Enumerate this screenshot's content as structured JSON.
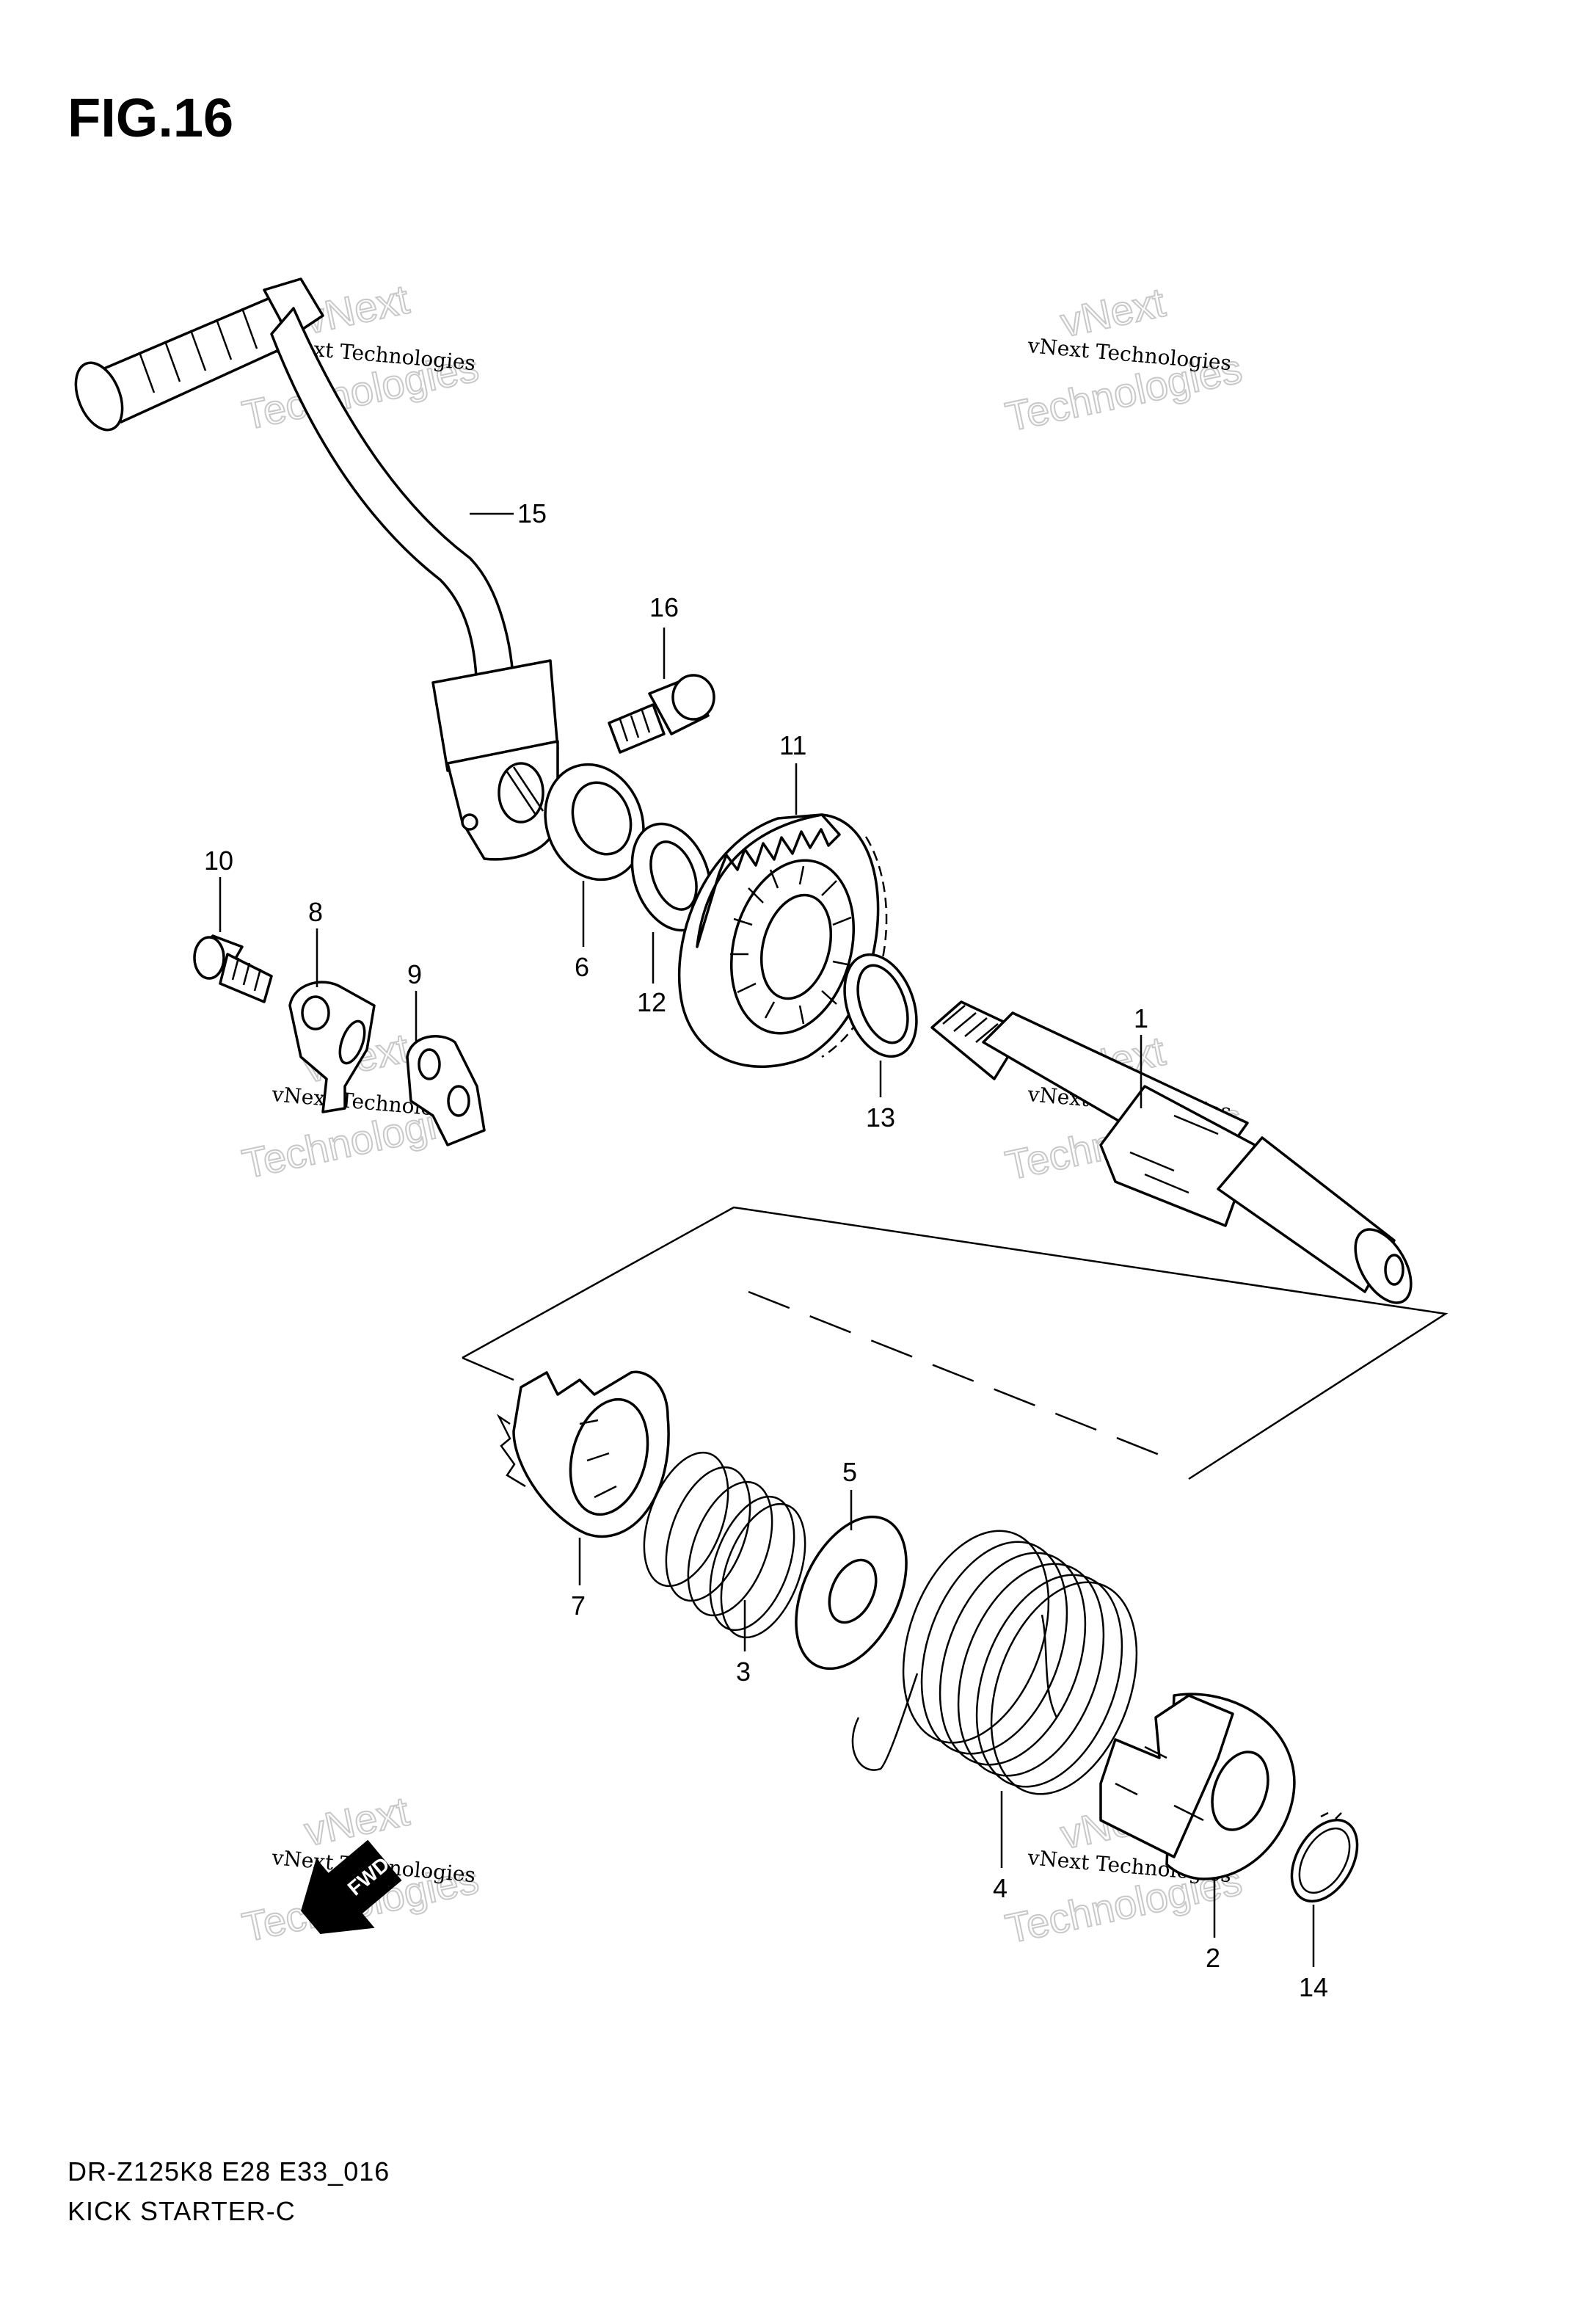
{
  "figure_title": "FIG.16",
  "footer": {
    "model_code": "DR-Z125K8 E28 E33_016",
    "section_name": "KICK STARTER-C"
  },
  "watermark": {
    "line1": "vNext Technologies",
    "line2": "Technologies",
    "line3": "vNext"
  },
  "fwd_arrow_label": "FWD",
  "callouts": [
    "1",
    "2",
    "3",
    "4",
    "5",
    "6",
    "7",
    "8",
    "9",
    "10",
    "11",
    "12",
    "13",
    "14",
    "15",
    "16"
  ]
}
